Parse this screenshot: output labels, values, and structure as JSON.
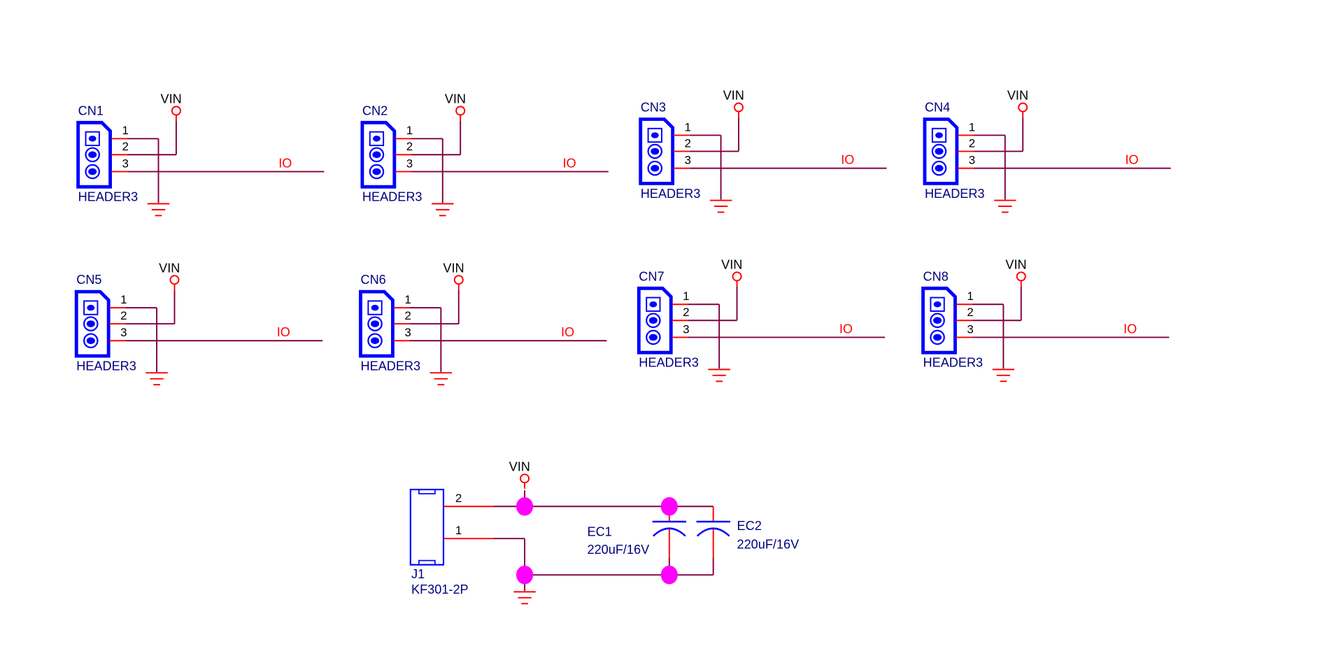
{
  "colors": {
    "component_body": "#0000ff",
    "component_label": "#000080",
    "wire": "#800040",
    "pin": "#ff0000",
    "junction": "#ff00ff",
    "net_label": "#ff0000",
    "text": "#000000"
  },
  "headers": [
    {
      "ref": "CN1",
      "value": "HEADER3",
      "power": "VIN",
      "net": "IO",
      "pins": [
        "1",
        "2",
        "3"
      ]
    },
    {
      "ref": "CN2",
      "value": "HEADER3",
      "power": "VIN",
      "net": "IO",
      "pins": [
        "1",
        "2",
        "3"
      ]
    },
    {
      "ref": "CN3",
      "value": "HEADER3",
      "power": "VIN",
      "net": "IO",
      "pins": [
        "1",
        "2",
        "3"
      ]
    },
    {
      "ref": "CN4",
      "value": "HEADER3",
      "power": "VIN",
      "net": "IO",
      "pins": [
        "1",
        "2",
        "3"
      ]
    },
    {
      "ref": "CN5",
      "value": "HEADER3",
      "power": "VIN",
      "net": "IO",
      "pins": [
        "1",
        "2",
        "3"
      ]
    },
    {
      "ref": "CN6",
      "value": "HEADER3",
      "power": "VIN",
      "net": "IO",
      "pins": [
        "1",
        "2",
        "3"
      ]
    },
    {
      "ref": "CN7",
      "value": "HEADER3",
      "power": "VIN",
      "net": "IO",
      "pins": [
        "1",
        "2",
        "3"
      ]
    },
    {
      "ref": "CN8",
      "value": "HEADER3",
      "power": "VIN",
      "net": "IO",
      "pins": [
        "1",
        "2",
        "3"
      ]
    }
  ],
  "power_input": {
    "connector": {
      "ref": "J1",
      "value": "KF301-2P",
      "pins": [
        "2",
        "1"
      ]
    },
    "power": "VIN",
    "capacitors": [
      {
        "ref": "EC1",
        "value": "220uF/16V"
      },
      {
        "ref": "EC2",
        "value": "220uF/16V"
      }
    ]
  }
}
